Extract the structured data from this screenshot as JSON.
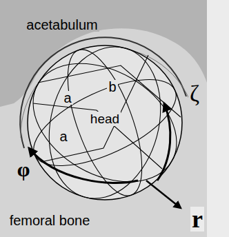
{
  "diagram": {
    "nodes": [
      {
        "text": [
          "head"
        ]
      }
    ],
    "labels": [
      "acetabulum",
      "a",
      "b",
      "a",
      "ζ",
      "φ",
      "r",
      "femoral bone"
    ]
  }
}
